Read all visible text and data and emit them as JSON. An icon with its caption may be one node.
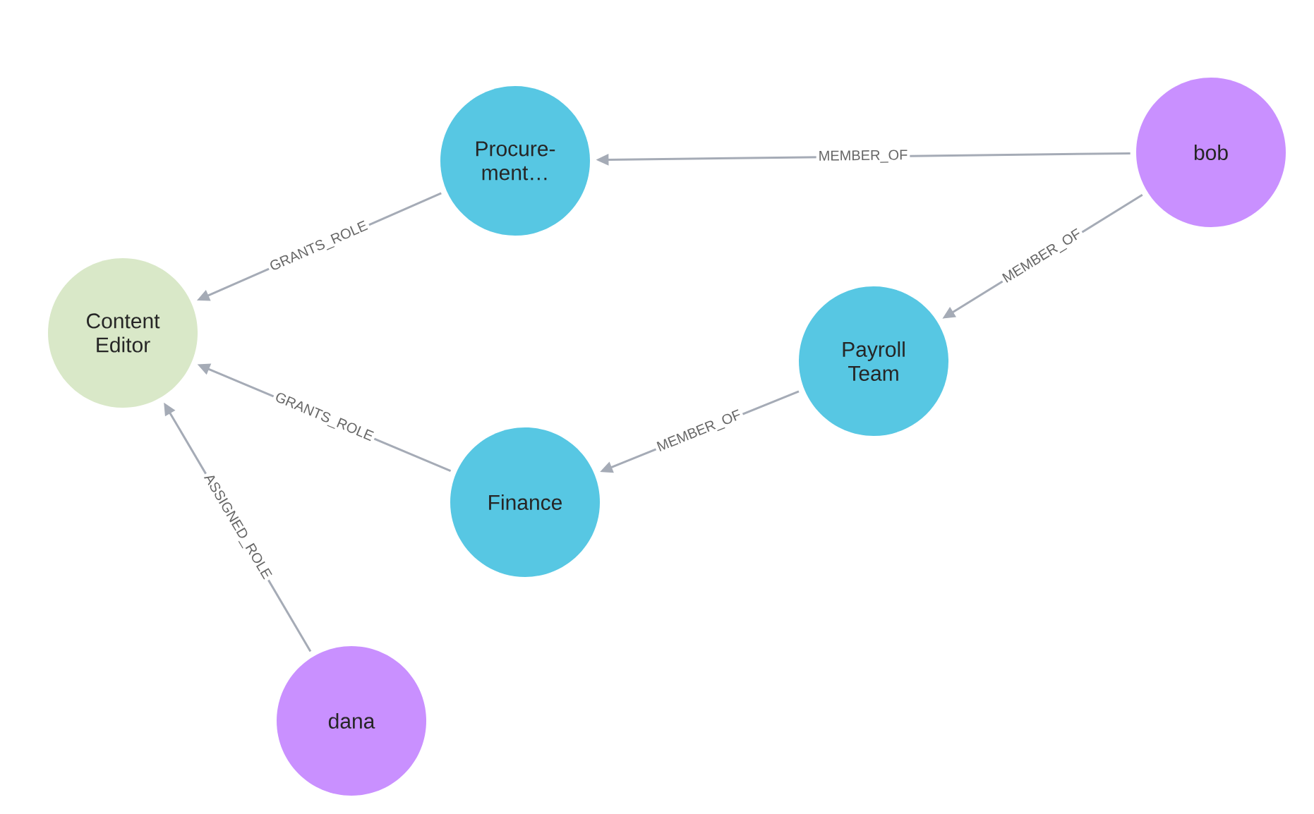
{
  "diagram": {
    "nodes": [
      {
        "text": [
          "Procure- ment…"
        ]
      },
      {
        "text": [
          "bob"
        ]
      },
      {
        "text": [
          "Content Editor"
        ]
      },
      {
        "text": [
          "Payroll Team"
        ]
      },
      {
        "text": [
          "Finance"
        ]
      },
      {
        "text": [
          "dana"
        ]
      }
    ],
    "edges": [
      {
        "from": 1,
        "to": 0,
        "arrow": "to",
        "label": "MEMBER_OF"
      },
      {
        "from": 0,
        "to": 2,
        "arrow": "to",
        "label": "GRANTS_ROLE"
      },
      {
        "from": 1,
        "to": 3,
        "arrow": "to",
        "label": "MEMBER_OF"
      },
      {
        "from": 3,
        "to": 4,
        "arrow": "to",
        "label": "MEMBER_OF"
      },
      {
        "from": 4,
        "to": 2,
        "arrow": "to",
        "label": "GRANTS_ROLE"
      },
      {
        "from": 5,
        "to": 2,
        "arrow": "to",
        "label": "ASSIGNED_ROLE"
      }
    ]
  }
}
